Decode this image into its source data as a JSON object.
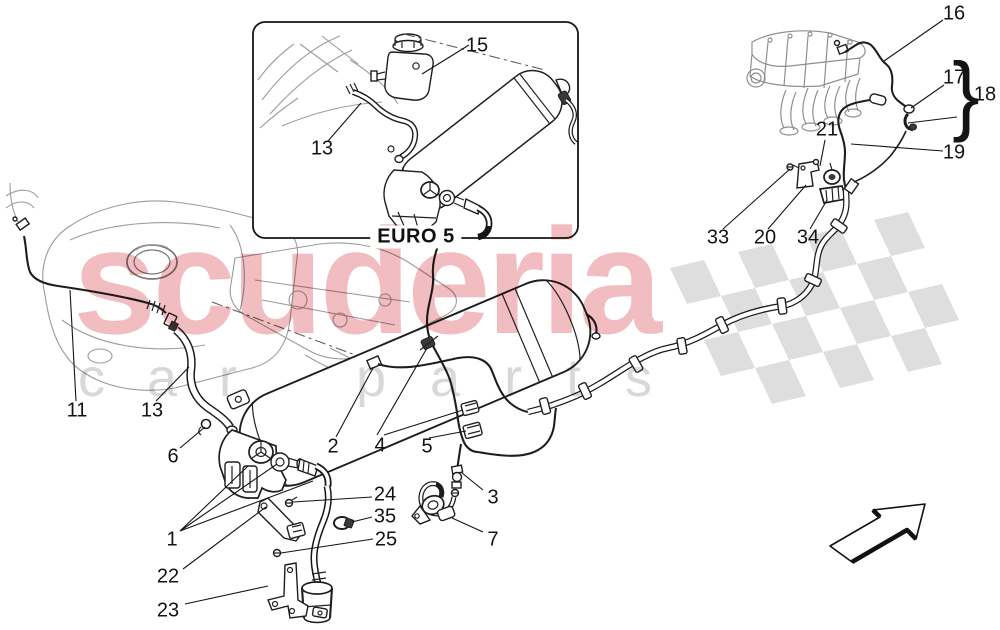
{
  "inset": {
    "label": "EURO 5"
  },
  "watermark": {
    "brand": "scuderia",
    "car": "car",
    "parts": "parts"
  },
  "callout_brace": "}",
  "callouts": [
    {
      "id": "15",
      "label": "15"
    },
    {
      "id": "13-inset",
      "label": "13"
    },
    {
      "id": "16",
      "label": "16"
    },
    {
      "id": "17",
      "label": "17"
    },
    {
      "id": "18",
      "label": "18"
    },
    {
      "id": "19",
      "label": "19"
    },
    {
      "id": "21",
      "label": "21"
    },
    {
      "id": "33",
      "label": "33"
    },
    {
      "id": "20",
      "label": "20"
    },
    {
      "id": "34",
      "label": "34"
    },
    {
      "id": "11",
      "label": "11"
    },
    {
      "id": "13",
      "label": "13"
    },
    {
      "id": "6",
      "label": "6"
    },
    {
      "id": "2",
      "label": "2"
    },
    {
      "id": "4",
      "label": "4"
    },
    {
      "id": "5",
      "label": "5"
    },
    {
      "id": "3",
      "label": "3"
    },
    {
      "id": "7",
      "label": "7"
    },
    {
      "id": "24",
      "label": "24"
    },
    {
      "id": "35",
      "label": "35"
    },
    {
      "id": "25",
      "label": "25"
    },
    {
      "id": "1",
      "label": "1"
    },
    {
      "id": "22",
      "label": "22"
    },
    {
      "id": "23",
      "label": "23"
    }
  ],
  "colors": {
    "line": "#1e1e1e",
    "faint_sketch": "#9c9c9c",
    "watermark_pink": "#f2bdc1",
    "watermark_gray": "#d8d8d8",
    "flag_gray": "#dedede",
    "background": "#ffffff"
  }
}
